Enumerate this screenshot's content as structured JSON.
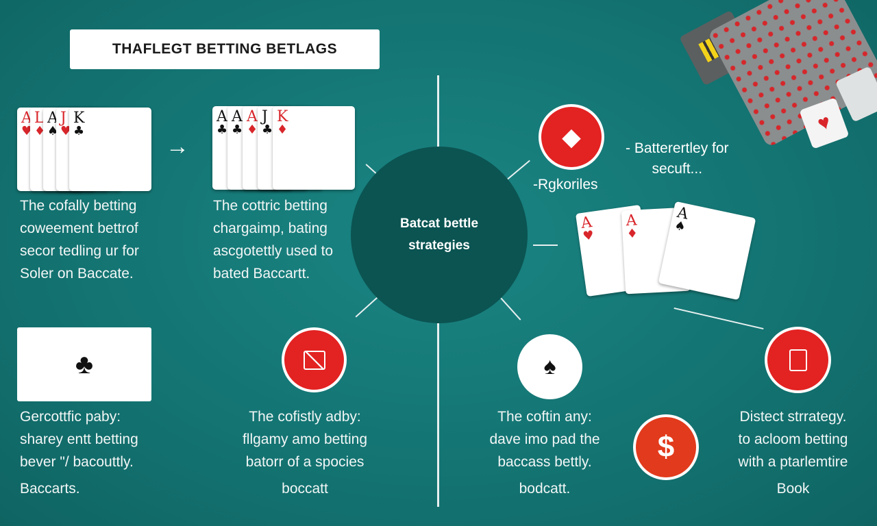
{
  "title": "THAFLEGT BETTING BETLAGS",
  "hub": {
    "line1": "Batcat bettle",
    "line2": "strategies"
  },
  "hand1": [
    {
      "rank": "A",
      "suit": "♥",
      "color": "red"
    },
    {
      "rank": "L",
      "suit": "♦",
      "color": "red"
    },
    {
      "rank": "A",
      "suit": "♠",
      "color": "blk"
    },
    {
      "rank": "J",
      "suit": "♥",
      "color": "red"
    },
    {
      "rank": "K",
      "suit": "♣",
      "color": "blk"
    }
  ],
  "hand2": [
    {
      "rank": "A",
      "suit": "♣",
      "color": "blk"
    },
    {
      "rank": "A",
      "suit": "♣",
      "color": "blk"
    },
    {
      "rank": "A",
      "suit": "♦",
      "color": "red"
    },
    {
      "rank": "J",
      "suit": "♣",
      "color": "blk"
    },
    {
      "rank": "K",
      "suit": "♦",
      "color": "red"
    }
  ],
  "hand3": [
    {
      "rank": "A",
      "suit": "♥",
      "color": "red"
    },
    {
      "rank": "A",
      "suit": "♦",
      "color": "red"
    },
    {
      "rank": "A",
      "suit": "♠",
      "color": "blk"
    }
  ],
  "arrow": "→",
  "blocks": {
    "tl": [
      "The cofally betting",
      "coweement bettrof",
      "secor tedling ur for",
      "Soler on Baccate."
    ],
    "tm": [
      "The cottric betting",
      "chargaimp, bating",
      "ascgotettly used to",
      "bated Baccartt."
    ],
    "bl": [
      "Gercottfic paby:",
      "sharey entt betting",
      "bever \"/ bacouttly.",
      "Baccarts."
    ],
    "bm": [
      "The cofistly adby:",
      "fllgamy amo betting",
      "batorr of a spocies",
      "boccatt"
    ],
    "br1": [
      "The coftin any:",
      "dave imo pad the",
      "baccass bettly.",
      "bodcatt."
    ],
    "br2": [
      "Distect strrategy.",
      "to acloom betting",
      "with a ptarlemtire",
      "Book"
    ]
  },
  "right": {
    "label1": "- Batterertley for",
    "label1b": "secuft...",
    "label2": "-Rgkoriles"
  },
  "icons": {
    "diamond": "◆",
    "club": "♣",
    "spade": "♠",
    "dollar": "$",
    "heart": "♥"
  }
}
